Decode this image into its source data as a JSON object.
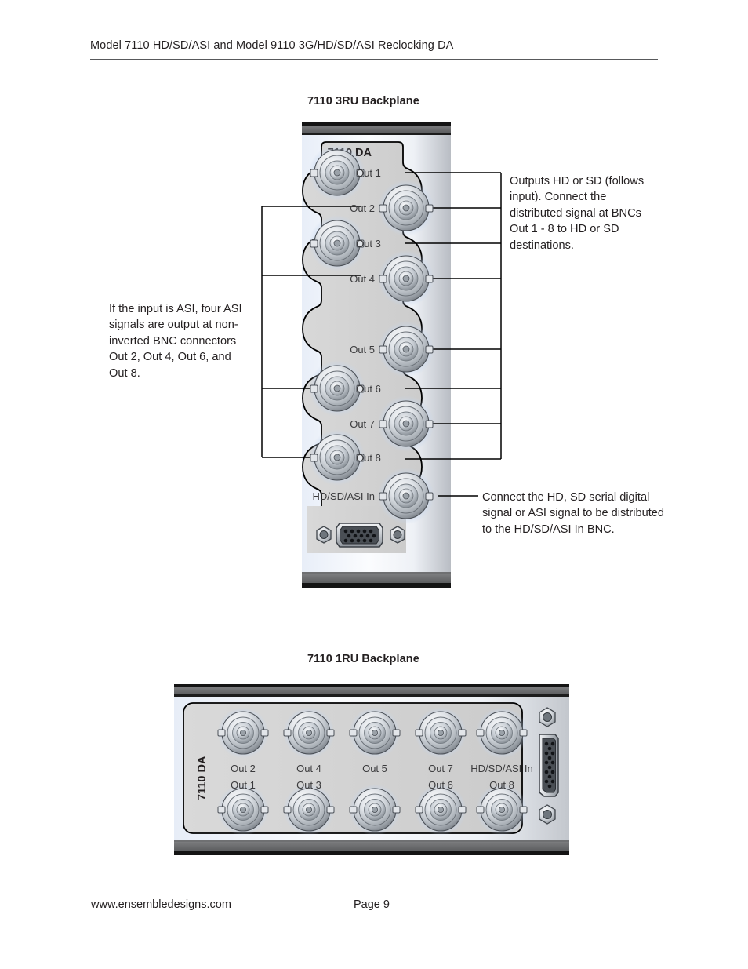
{
  "document": {
    "running_head": "Model 7110 HD/SD/ASI and Model 9110 3G/HD/SD/ASI Reclocking DA",
    "footer_url": "www.ensembledesigns.com",
    "footer_page": "Page 9"
  },
  "sections": {
    "three_ru": {
      "caption": "7110 3RU Backplane",
      "panel_title": "7110 DA",
      "connectors": [
        {
          "label": "Out 1",
          "column": "left",
          "type": "bnc"
        },
        {
          "label": "Out 2",
          "column": "right",
          "type": "bnc"
        },
        {
          "label": "Out 3",
          "column": "left",
          "type": "bnc"
        },
        {
          "label": "Out 4",
          "column": "right",
          "type": "bnc"
        },
        {
          "label": "Out 5",
          "column": "right",
          "type": "bnc"
        },
        {
          "label": "Out 6",
          "column": "left",
          "type": "bnc"
        },
        {
          "label": "Out 7",
          "column": "right",
          "type": "bnc"
        },
        {
          "label": "Out 8",
          "column": "left",
          "type": "bnc"
        },
        {
          "label": "HD/SD/ASI In",
          "column": "right",
          "type": "bnc"
        }
      ],
      "dsub": {
        "name": "d-sub-connector",
        "pins": 15
      }
    },
    "one_ru": {
      "caption": "7110 1RU Backplane",
      "panel_title": "7110 DA",
      "top_row": [
        "Out 2",
        "Out 4",
        "Out 5",
        "Out 7",
        "HD/SD/ASI In"
      ],
      "bottom_row": [
        "Out 1",
        "Out 3",
        "",
        "Out 6",
        "Out 8"
      ],
      "dsub": {
        "name": "d-sub-connector",
        "pins": 15
      }
    }
  },
  "callouts": {
    "outputs": "Outputs HD or SD (follows input). Connect the distributed signal at BNCs Out 1 - 8 to HD or SD destinations.",
    "asi": "If the input is ASI, four ASI signals are output at non-inverted BNC connectors Out 2, Out 4, Out 6, and Out 8.",
    "input": "Connect the HD, SD serial digital signal or ASI signal to be distributed to the HD/SD/ASI In BNC."
  },
  "colors": {
    "panel_face": "#d4d4d4",
    "panel_edge": "#000000",
    "rail_dark": "#1a1a1a",
    "rail_mid": "#6d6e70",
    "text": "#231f20",
    "label": "#3b3b3d",
    "bnc_highlight": "#c9d8ee"
  }
}
